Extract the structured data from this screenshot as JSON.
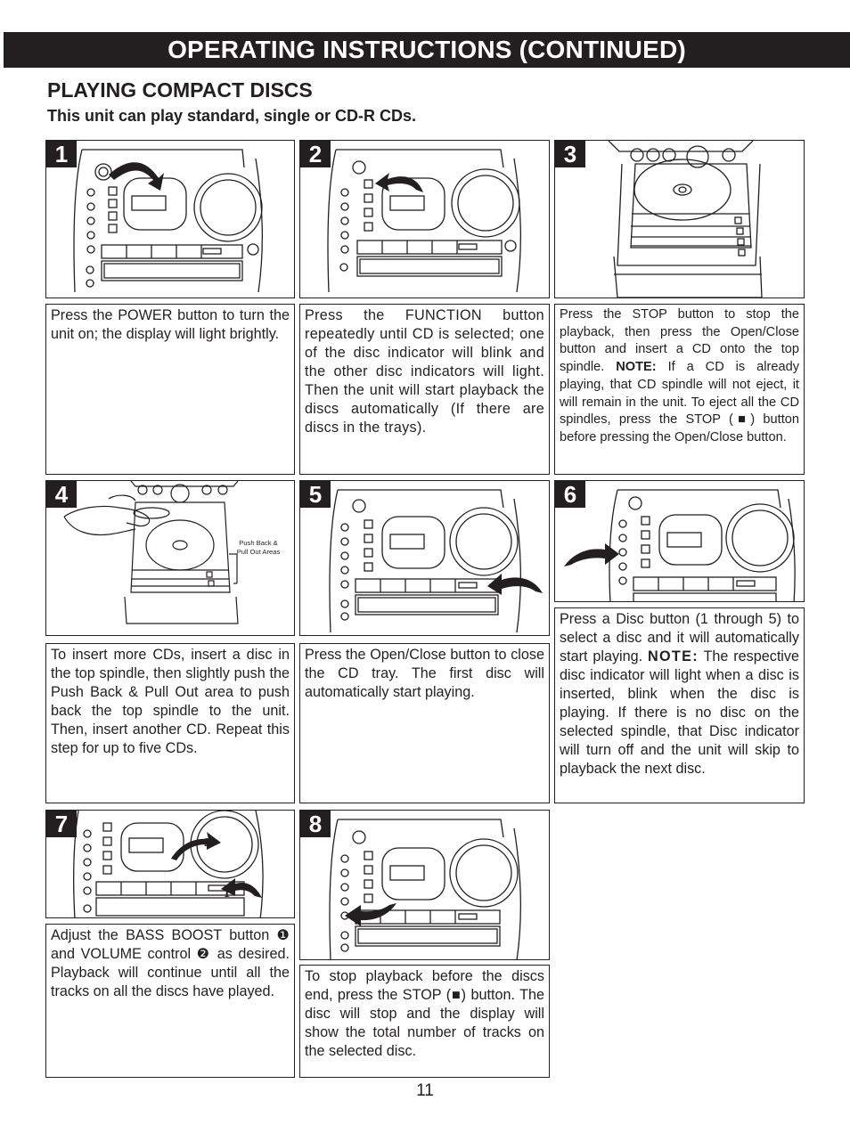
{
  "header": {
    "title": "OPERATING INSTRUCTIONS (CONTINUED)"
  },
  "section": {
    "title": "PLAYING COMPACT DISCS",
    "subtitle": "This unit can play standard, single or CD-R CDs."
  },
  "steps": [
    {
      "number": "1",
      "text": "Press the POWER button to turn the unit on; the display will light brightly."
    },
    {
      "number": "2",
      "text": "Press the FUNCTION button repeatedly until CD is selected; one of the disc indicator will blink and the other disc indicators will light. Then the unit will start playback the discs automatically (If there are discs in the trays)."
    },
    {
      "number": "3",
      "text": "Press the STOP button to stop the playback, then press the Open/Close button and insert a CD onto the top spindle.",
      "note_label": "NOTE:",
      "note_text": " If a CD is already playing, that CD spindle will not eject, it will remain in the unit. To eject all the CD spindles, press the STOP (■) button before pressing the Open/Close button."
    },
    {
      "number": "4",
      "text": "To insert more CDs, insert a disc in the top spindle, then slightly push the Push Back & Pull Out area to push back the top spindle to the unit. Then, insert another CD. Repeat this step for up to five CDs.",
      "callout": "Push Back & Pull Out Areas"
    },
    {
      "number": "5",
      "text": "Press the Open/Close button to close the CD tray. The first disc will automatically start playing."
    },
    {
      "number": "6",
      "text": "Press a Disc button (1 through 5) to select a disc and it will automatically start playing.",
      "note_label": "NOTE:",
      "note_text": " The respective disc indicator will light when a disc is inserted, blink when the disc is playing. If there is no disc on the selected spindle, that Disc indicator will turn off and the unit will skip to playback the next disc."
    },
    {
      "number": "7",
      "text": "Adjust the BASS BOOST button ❶ and VOLUME control ❷ as desired. Playback will continue until all the tracks on all the discs have played.",
      "marker1": "1",
      "marker2": "2"
    },
    {
      "number": "8",
      "text": "To stop playback before the discs end, press the STOP (■) button. The disc will stop and the display will show the total number of tracks on the selected disc."
    }
  ],
  "footer": {
    "page_number": "11"
  }
}
